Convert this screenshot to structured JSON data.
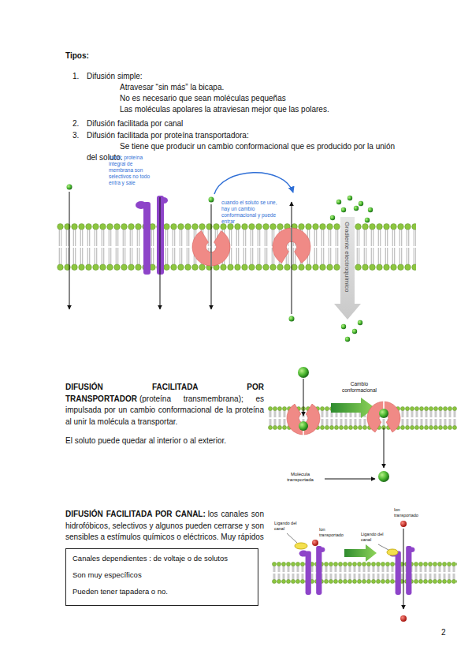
{
  "diagram": {
    "nodes": [
      {
        "text": [
          "Canales dependientes : de voltaje o de solutos",
          "Son muy específicos",
          "Pueden tener tapadera o no."
        ]
      }
    ],
    "labels": [
      "Tipos:",
      "1.",
      "Difusión simple:",
      "Atravesar “sin más” la bicapa.",
      "No es necesario que sean moléculas pequeñas",
      "Las moléculas apolares la atraviesan mejor que las polares.",
      "2.",
      "Difusión facilitada por canal",
      "3.",
      "Difusión facilitada por proteína transportadora:",
      "Se tiene que producir un cambio conformacional que es producido por la unión del soluto.",
      "canal: proteína integral de membrana son selectivos no todo entra y sale",
      "cuando el soluto se une, hay un cambio conformacional y puede entrar",
      "Gradiente electroquímico",
      "DIFUSIÓN FACILITADA POR TRANSPORTADOR",
      "(proteína transmembrana); es impulsada por un cambio conformacional de la proteína al unir la molécula a transportar.",
      "El soluto puede quedar al interior o al exterior.",
      "Cambio conformacional",
      "Molécula transportada",
      "DIFUSIÓN FACILITADA POR CANAL:",
      "los canales son hidrofóbicos, selectivos y algunos pueden cerrarse y son sensibles a estímulos químicos o eléctricos. Muy rápidos",
      "Ligando del canal",
      "Ion transportado",
      "Ion transportado",
      "Ligando del canal",
      "2"
    ]
  }
}
